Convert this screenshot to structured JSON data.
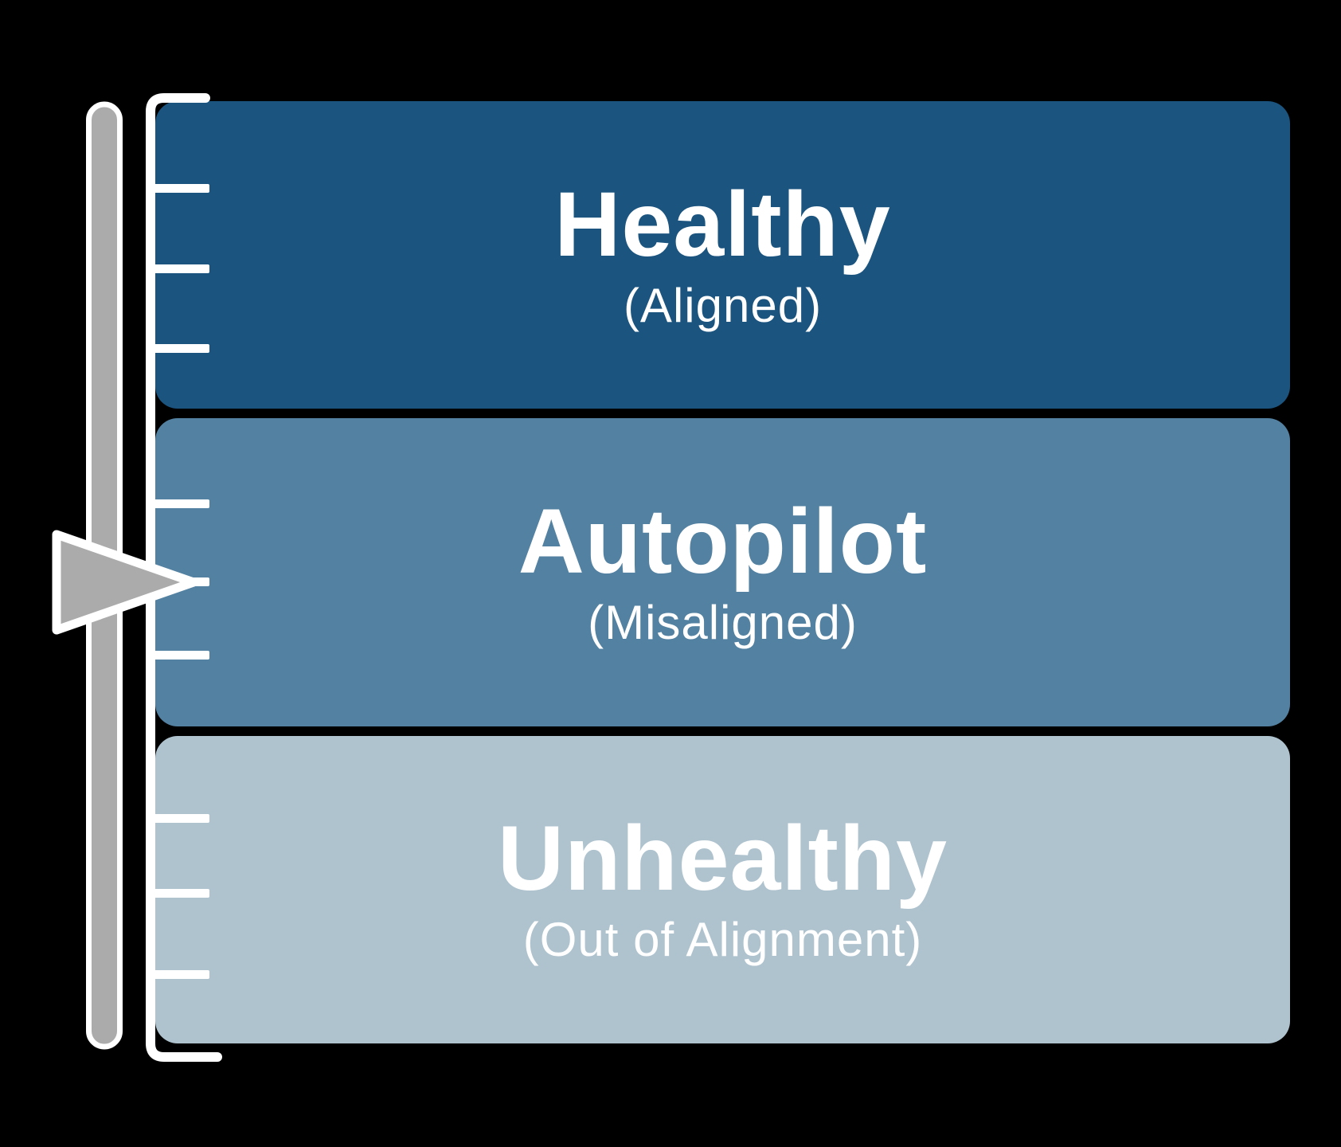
{
  "diagram": {
    "levels": [
      {
        "title": "Healthy",
        "subtitle": "(Aligned)",
        "color": "#1B547F"
      },
      {
        "title": "Autopilot",
        "subtitle": "(Misaligned)",
        "color": "#5381A1"
      },
      {
        "title": "Unhealthy",
        "subtitle": "(Out of Alignment)",
        "color": "#AFC3CF"
      }
    ],
    "gauge": {
      "indicator_points_to": "Autopilot",
      "bar_color": "#ABABAB",
      "outline_color": "#FFFFFF",
      "ticks_per_level": 3
    },
    "text_color": "#FFFFFF",
    "background_color": "#000000"
  }
}
